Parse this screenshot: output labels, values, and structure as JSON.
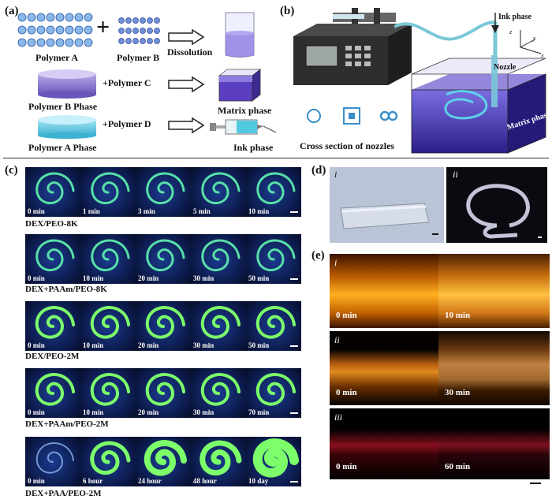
{
  "panel_a": {
    "label": "(a)",
    "polymer_a": "Polymer A",
    "polymer_b": "Polymer B",
    "dissolution": "Dissolution",
    "polymer_b_phase": "Polymer B Phase",
    "plus_c": "+Polymer C",
    "matrix_phase": "Matrix phase",
    "polymer_a_phase": "Polymer A Phase",
    "plus_d": "+Polymer D",
    "ink_phase": "Ink phase"
  },
  "panel_b": {
    "label": "(b)",
    "ink_phase": "Ink phase",
    "nozzle": "Nozzle",
    "matrix_phase": "Matrix phase",
    "cross_section": "Cross section of nozzles",
    "axes": [
      "z",
      "y",
      "x"
    ]
  },
  "panel_c": {
    "label": "(c)",
    "rows": [
      {
        "name": "DEX/PEO-8K",
        "times": [
          "0 min",
          "1 min",
          "3 min",
          "5 min",
          "10 min"
        ]
      },
      {
        "name": "DEX+PAAm/PEO-8K",
        "times": [
          "0 min",
          "10 min",
          "20 min",
          "30 min",
          "50 min"
        ]
      },
      {
        "name": "DEX/PEO-2M",
        "times": [
          "0 min",
          "10 min",
          "20 min",
          "30 min",
          "50 min"
        ]
      },
      {
        "name": "DEX+PAAm/PEO-2M",
        "times": [
          "0 min",
          "10 min",
          "20 min",
          "30 min",
          "70 min"
        ]
      },
      {
        "name": "DEX+PAA/PEO-2M",
        "times": [
          "0 min",
          "6 hour",
          "24 hour",
          "48 hour",
          "10 day"
        ]
      }
    ]
  },
  "panel_d": {
    "label": "(d)",
    "sub": [
      "i",
      "ii"
    ]
  },
  "panel_e": {
    "label": "(e)",
    "rows": [
      {
        "roman": "i",
        "times": [
          "0 min",
          "10 min"
        ]
      },
      {
        "roman": "ii",
        "times": [
          "0 min",
          "30 min"
        ]
      },
      {
        "roman": "iii",
        "times": [
          "0 min",
          "60 min"
        ]
      }
    ]
  },
  "colors": {
    "tile_bg": "#0c1a4a",
    "fluor_green": "#6dff6a",
    "orange": "#f5a020",
    "red": "#d01a2a",
    "purple": "#6b4bd0",
    "cyan": "#52c9e0"
  }
}
